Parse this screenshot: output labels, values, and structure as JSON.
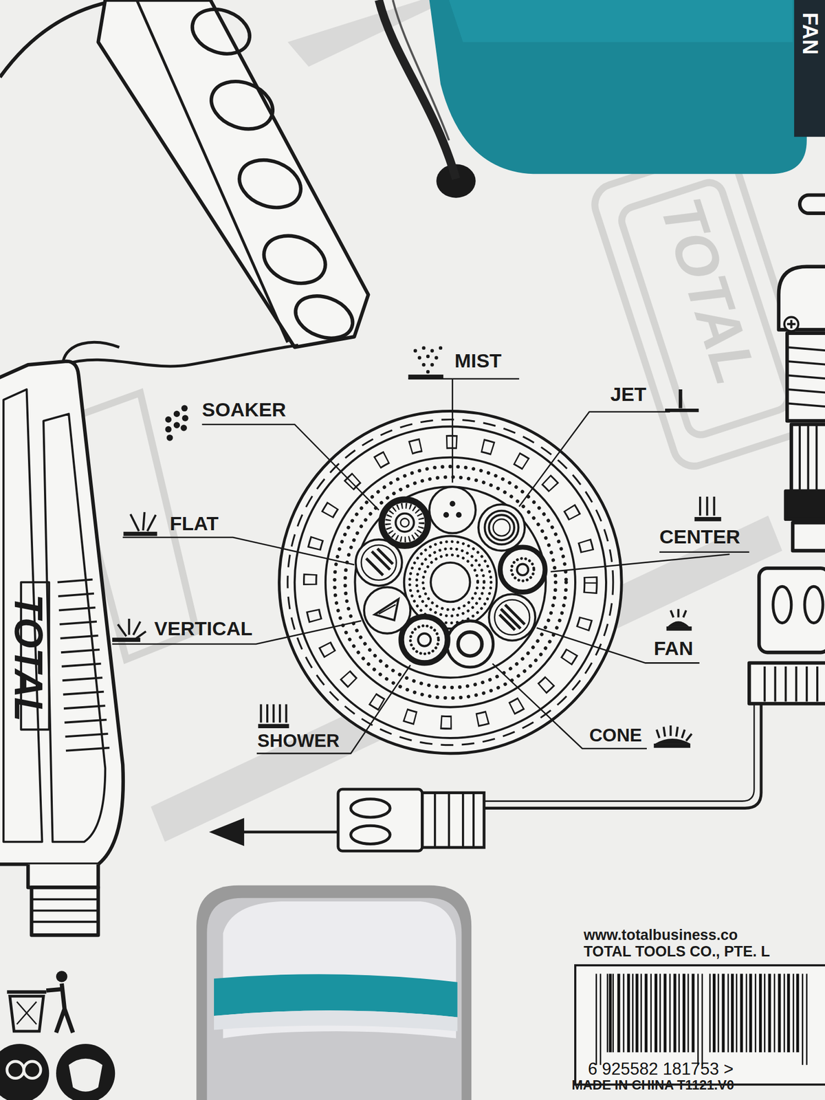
{
  "diagram": {
    "labels": [
      "MIST",
      "SOAKER",
      "JET",
      "FLAT",
      "CENTER",
      "VERTICAL",
      "FAN",
      "SHOWER",
      "CONE",
      "FAN",
      "TOTAL",
      "TOTAL",
      "www.totalbusiness.co",
      "TOTAL TOOLS CO., PTE. L",
      "6 925582 181753 >",
      "MADE IN CHINA T1121.V0"
    ]
  }
}
